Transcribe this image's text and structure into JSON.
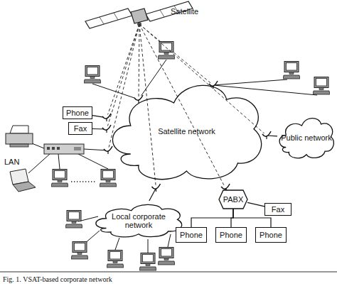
{
  "diagram": {
    "caption": "Fig. 1. VSAT-based corporate network",
    "nodes": [
      {
        "text": [
          "Phone"
        ]
      },
      {
        "text": [
          "Fax"
        ]
      },
      {
        "text": [
          "Satellite network"
        ]
      },
      {
        "text": [
          "Public network"
        ]
      },
      {
        "text": [
          "PABX"
        ]
      },
      {
        "text": [
          "Fax"
        ]
      },
      {
        "text": [
          "Local corporate network"
        ]
      },
      {
        "text": [
          "Phone"
        ]
      },
      {
        "text": [
          "Phone"
        ]
      },
      {
        "text": [
          "Phone"
        ]
      }
    ],
    "edges": [
      {
        "from": 0,
        "to": 2,
        "arrow": "none"
      },
      {
        "from": 1,
        "to": 2,
        "arrow": "none"
      },
      {
        "from": 2,
        "to": 3,
        "arrow": "none"
      },
      {
        "from": 6,
        "to": 2,
        "arrow": "none"
      },
      {
        "from": 4,
        "to": 2,
        "arrow": "none"
      },
      {
        "from": 4,
        "to": 5,
        "arrow": "none"
      },
      {
        "from": 4,
        "to": 7,
        "arrow": "none"
      },
      {
        "from": 4,
        "to": 8,
        "arrow": "none"
      },
      {
        "from": 4,
        "to": 9,
        "arrow": "none"
      }
    ],
    "labels": [
      "Satellite",
      "LAN"
    ]
  }
}
